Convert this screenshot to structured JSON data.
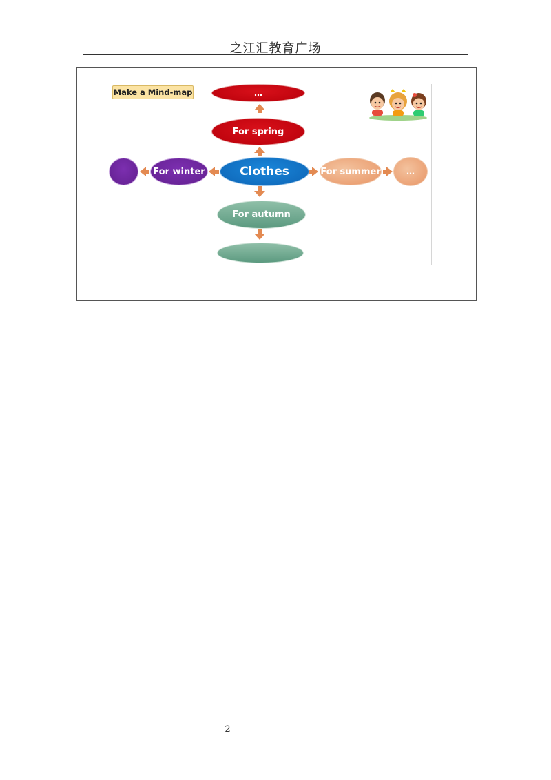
{
  "header": {
    "title": "之江汇教育广场"
  },
  "slide": {
    "title": "Make a Mind-map",
    "nodes": {
      "center": "Clothes",
      "spring": "For spring",
      "spring_more": "…",
      "summer": "For summer",
      "summer_more": "…",
      "autumn": "For autumn",
      "autumn_more": "",
      "winter": "For winter",
      "winter_more": ""
    },
    "decoration": "cartoon-kids-icon",
    "colors": {
      "spring": "#c1000b",
      "center": "#1373c6",
      "winter": "#6a2599",
      "summer": "#eba57a",
      "autumn": "#6fa58d",
      "arrow": "#e38a52",
      "title_badge": "#fbe3a3"
    }
  },
  "footer": {
    "page_number": "2"
  }
}
